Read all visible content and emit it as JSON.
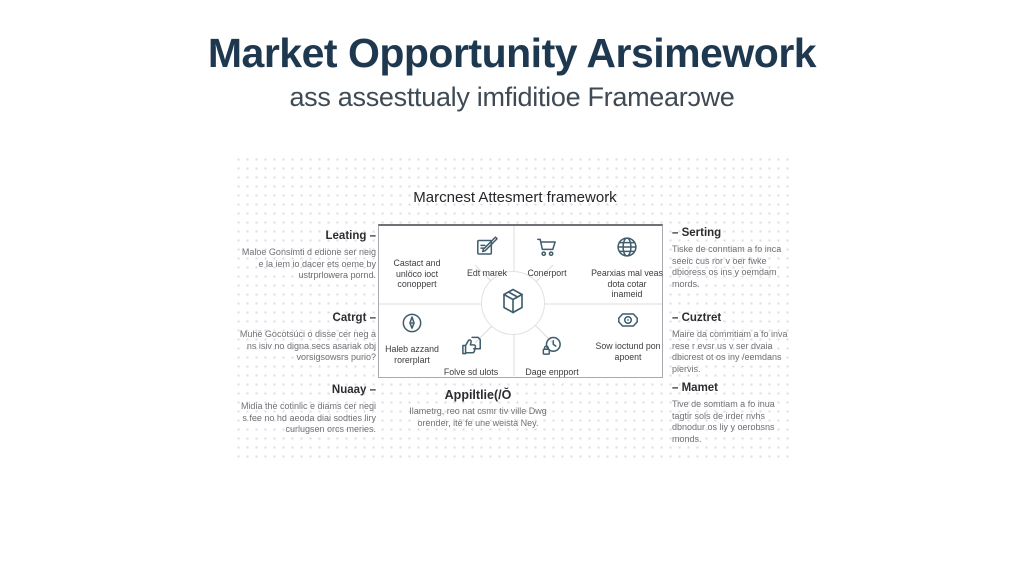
{
  "colors": {
    "title": "#1e3850",
    "subtitle": "#3f4a54",
    "icon_stroke": "#3f5d6d",
    "divider": "#dcdcdf"
  },
  "header": {
    "title": "Market Opportunity Arsimework",
    "subtitle": "ass assesttualy imfiditioe Framearɔwe"
  },
  "diagram": {
    "title": "Marcnest Attesmert framework",
    "center_icon": "package-icon",
    "top_left_note": "Castact and unlöco ioct conoppert",
    "nodes": [
      {
        "icon": "edit-icon",
        "label": "Edt marek"
      },
      {
        "icon": "cart-icon",
        "label": "Conerport"
      },
      {
        "icon": "globe-icon",
        "label": "Pearxias mal veas dota cotar inameid"
      },
      {
        "icon": "compass-icon",
        "label": "Haleb azzand rorerplart"
      },
      {
        "icon": "thumbs-up-icon",
        "label": "Folve sd ulots"
      },
      {
        "icon": "clock-icon",
        "label": "Dage enpport"
      },
      {
        "icon": "camera-icon",
        "label": "Sow ioctund pon apoent"
      }
    ]
  },
  "callouts": {
    "left": [
      {
        "heading": "Leating –",
        "body": "Maloe Gonsimti d edione ser neig e la iem io dacer ets oeme by ustrprlowera pornd."
      },
      {
        "heading": "Catrgt –",
        "body": "Muhë Gocotsúci o disse cer neg a ns isiv no digna secs asariak obj vorsigsowsrs purio?"
      },
      {
        "heading": "Nuaay –",
        "body": "Midia the cotinlic e diams cer negi s fee no hd aeoda diai sodties liry curlugsen orcs meries."
      }
    ],
    "right": [
      {
        "heading": "– Serting",
        "body": "Tiske de conntiam a fo inca seeic cus ror v oer fwke dbioress os ins y oemdam mords."
      },
      {
        "heading": "– Cuztret",
        "body": "Maire da commtiam a fo inva rese r evsr us v ser dvaia dbicrest ot os iny /eemdans piervis."
      },
      {
        "heading": "– Mamet",
        "body": "Tive de somtiam a fo inua tagtir sols de irder nvhs dbnodur os liy y oerobsns monds."
      }
    ],
    "bottom": {
      "heading": "Appiltlie(/Ŏ",
      "body": "Ilametrg, reo nat csmr tiv ville Dwg orender, itë fe une weistà Ney."
    }
  }
}
